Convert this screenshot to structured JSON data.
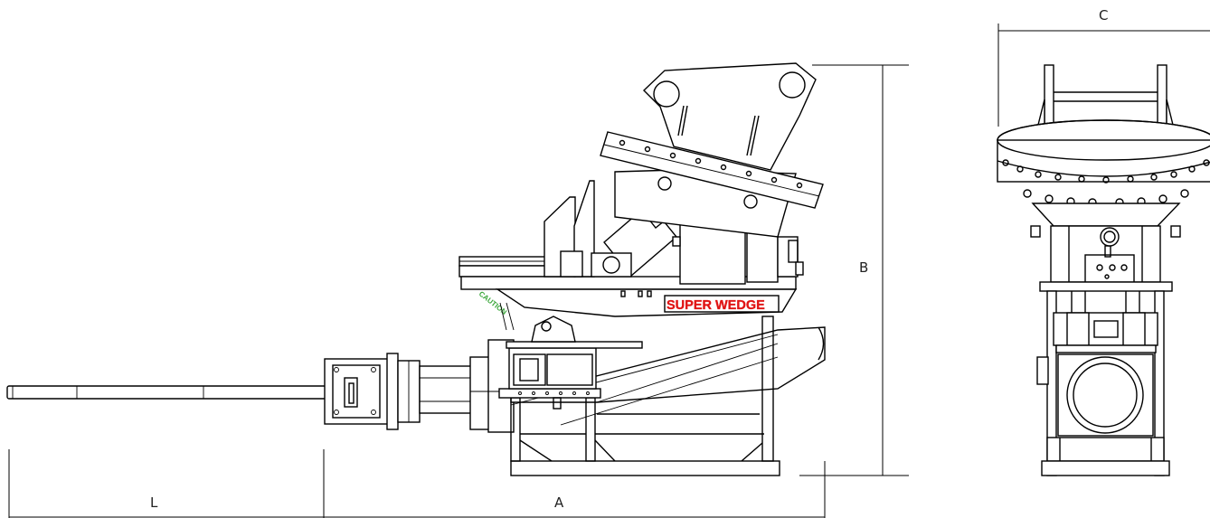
{
  "labels": {
    "brand": "SUPER WEDGE",
    "dim_A": "A",
    "dim_B": "B",
    "dim_C": "C",
    "dim_L": "L",
    "marking": "CAUTION"
  },
  "colors": {
    "line": "#000000",
    "brand_fill": "#e01414",
    "marking_fill": "#3aa63a",
    "background": "#ffffff"
  }
}
